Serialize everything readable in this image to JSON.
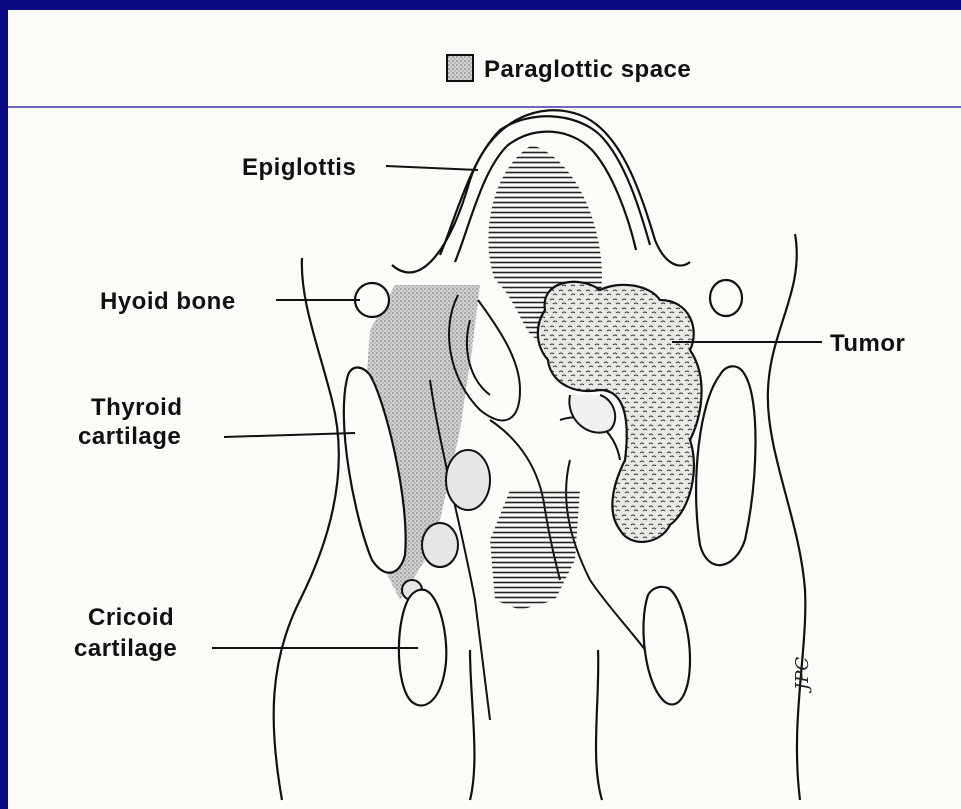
{
  "legend": {
    "paraglottic_space": "Paraglottic space",
    "swatch_color": "#c4c4c4"
  },
  "labels": {
    "epiglottis": "Epiglottis",
    "hyoid_bone": "Hyoid bone",
    "thyroid_cartilage_line1": "Thyroid",
    "thyroid_cartilage_line2": "cartilage",
    "cricoid_cartilage_line1": "Cricoid",
    "cricoid_cartilage_line2": "cartilage",
    "tumor": "Tumor"
  },
  "signature": "JPC",
  "colors": {
    "slide_border": "#0a0a82",
    "accent_rule": "#3a3aa0",
    "ink": "#111111",
    "paper": "#fbfbf8",
    "stipple": "#c4c4c4"
  }
}
